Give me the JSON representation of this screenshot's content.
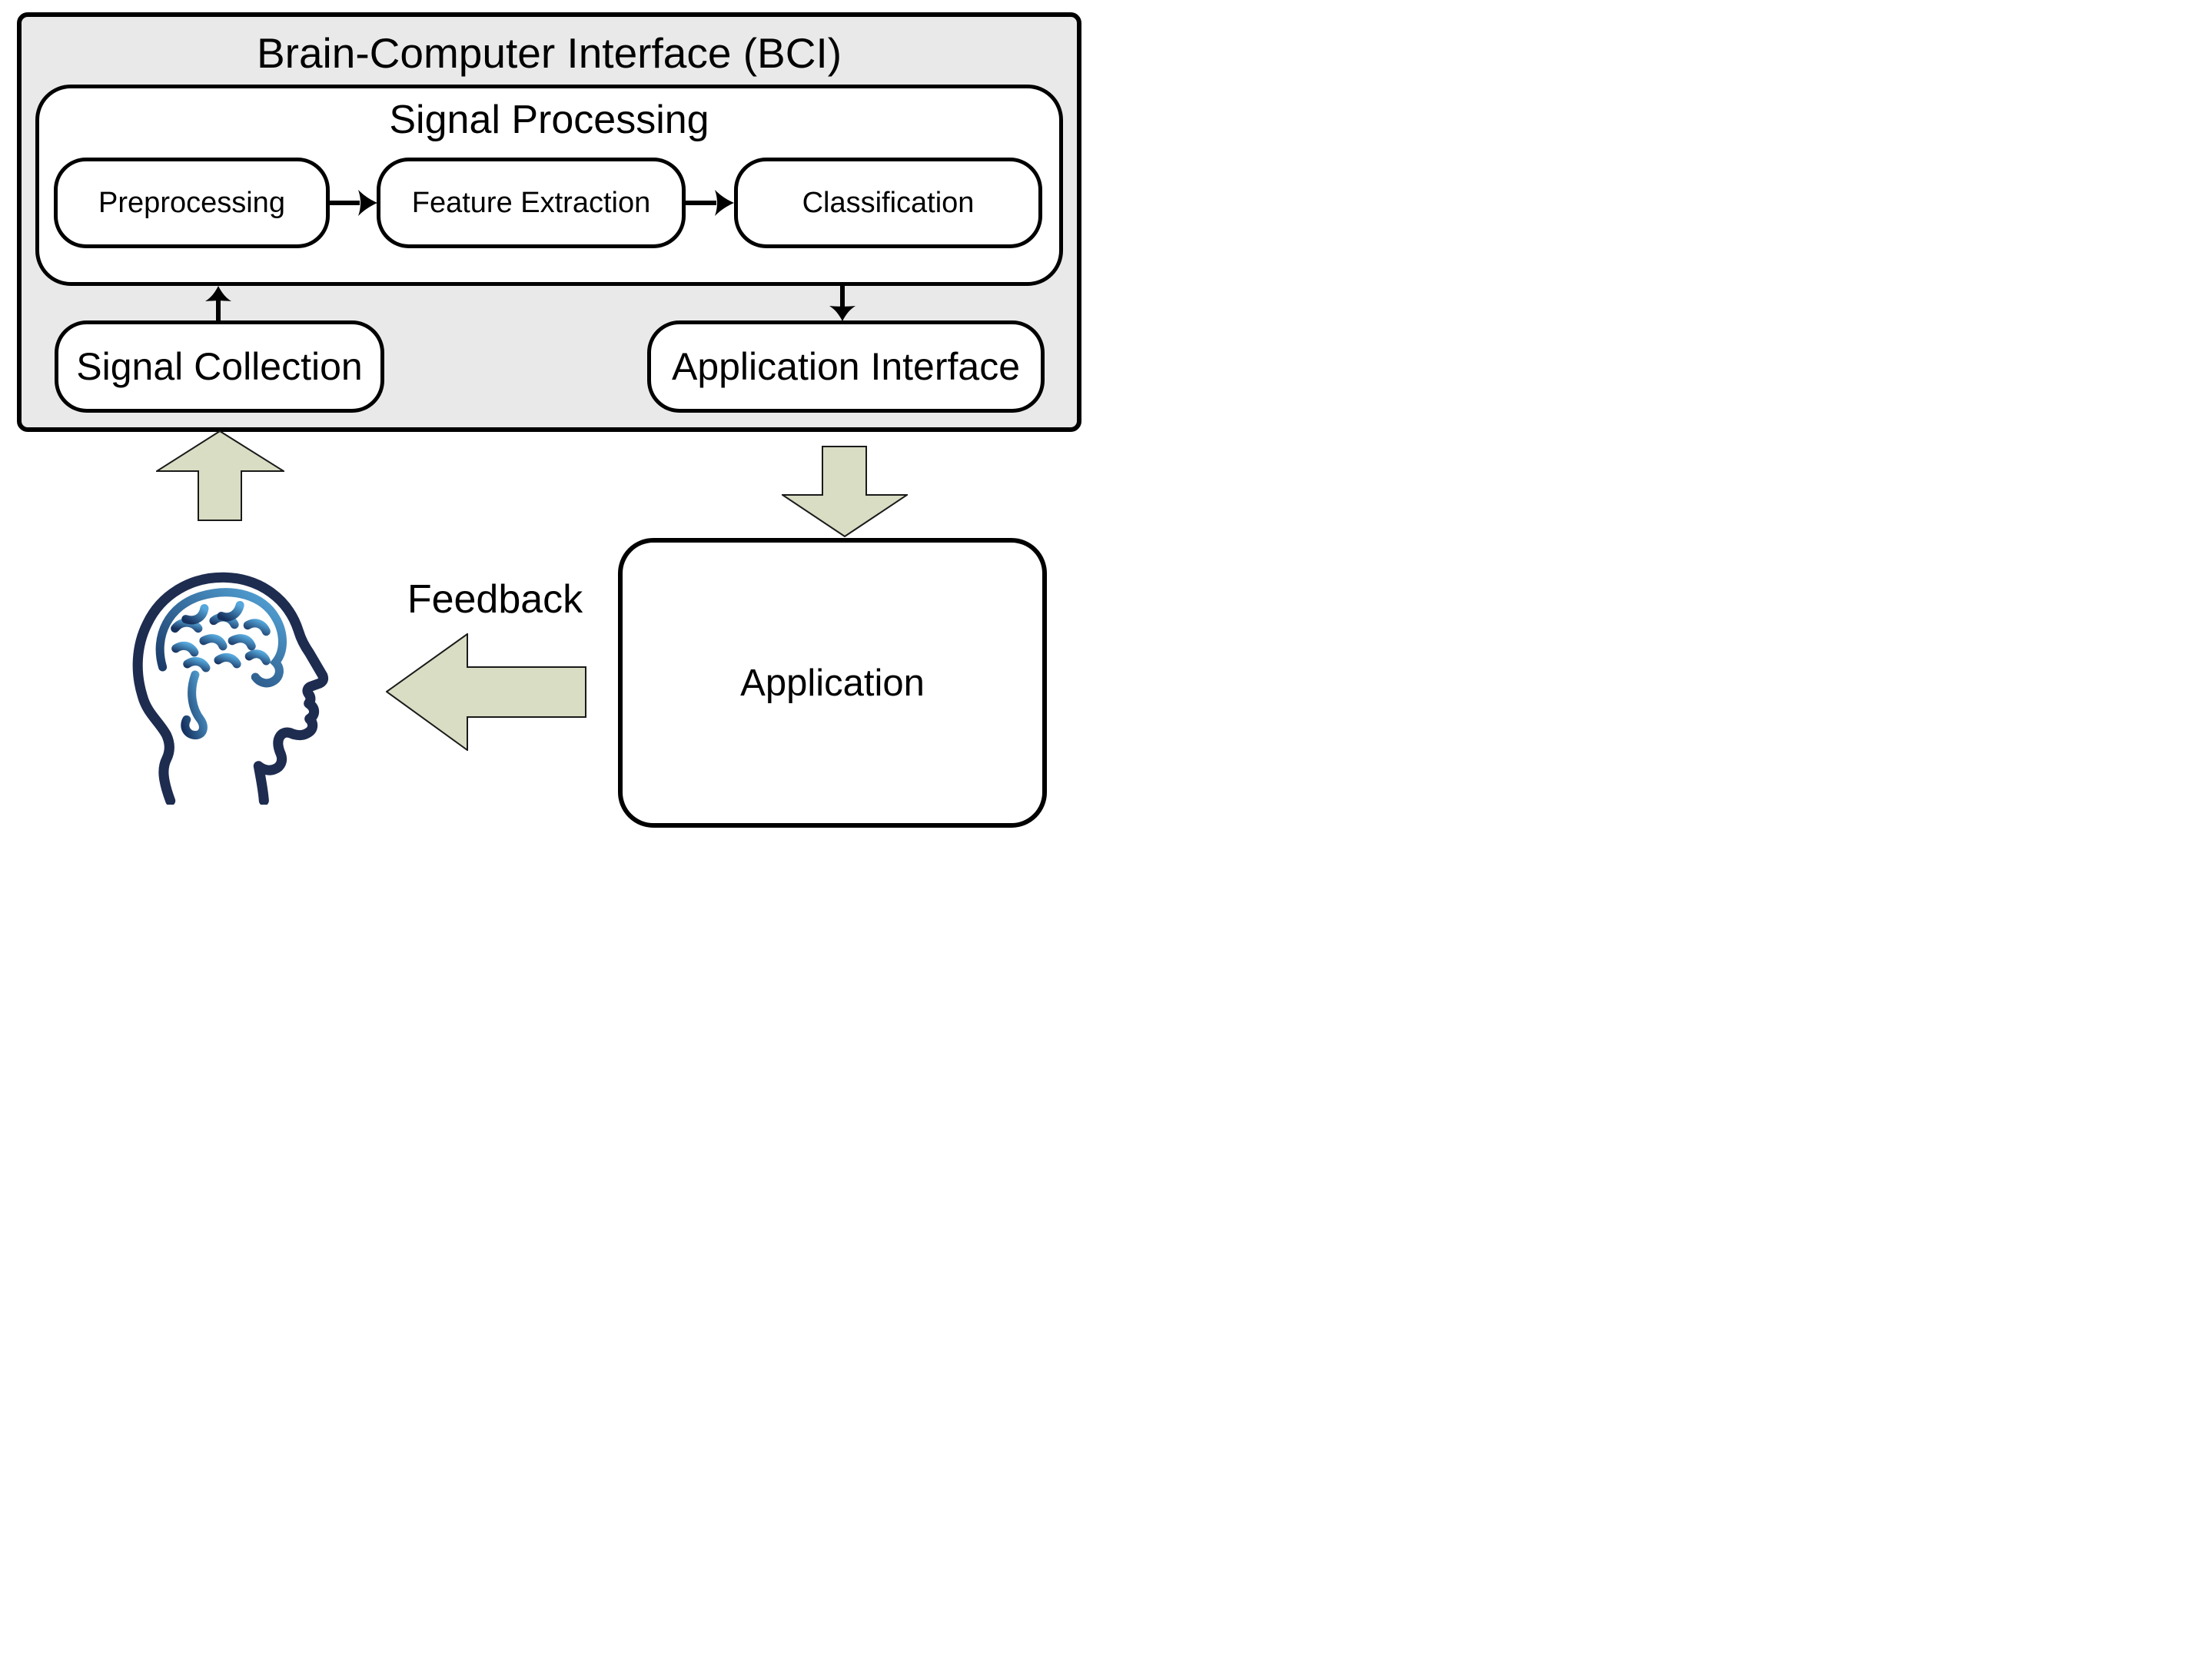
{
  "diagram": {
    "bci_box": {
      "title": "Brain-Computer Interface (BCI)",
      "signal_processing": {
        "title": "Signal Processing",
        "stages": [
          {
            "label": "Preprocessing"
          },
          {
            "label": "Feature Extraction"
          },
          {
            "label": "Classification"
          }
        ]
      },
      "signal_collection_label": "Signal Collection",
      "application_interface_label": "Application Interface"
    },
    "application_label": "Application",
    "feedback_label": "Feedback",
    "icons": {
      "head": "human-head-brain-icon"
    },
    "colors": {
      "bci_fill": "#e9e9e9",
      "box_fill": "#ffffff",
      "outline": "#000000",
      "block_arrow_fill": "#d8ddc3",
      "head_outline": "#1e2c50",
      "brain_gradient_start": "#16315e",
      "brain_gradient_end": "#56a8dc"
    }
  }
}
